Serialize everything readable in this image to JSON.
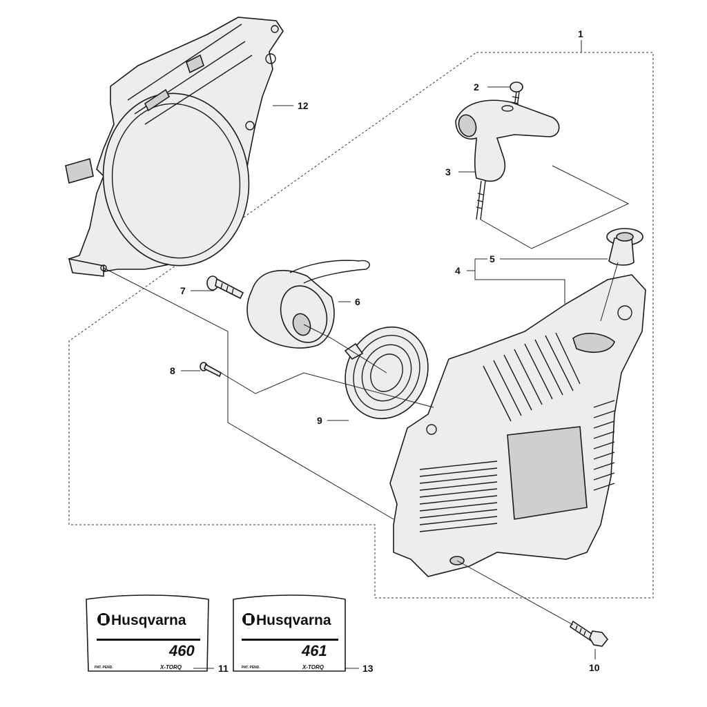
{
  "callouts": {
    "c1": "1",
    "c2": "2",
    "c3": "3",
    "c4": "4",
    "c5": "5",
    "c6": "6",
    "c7": "7",
    "c8": "8",
    "c9": "9",
    "c10": "10",
    "c11": "11",
    "c12": "12",
    "c13": "13"
  },
  "decals": [
    {
      "brand": "Husqvarna",
      "model": "460",
      "pat": "PAT. PEND.",
      "series": "X-TORQ"
    },
    {
      "brand": "Husqvarna",
      "model": "461",
      "pat": "PAT. PEND.",
      "series": "X-TORQ"
    }
  ]
}
